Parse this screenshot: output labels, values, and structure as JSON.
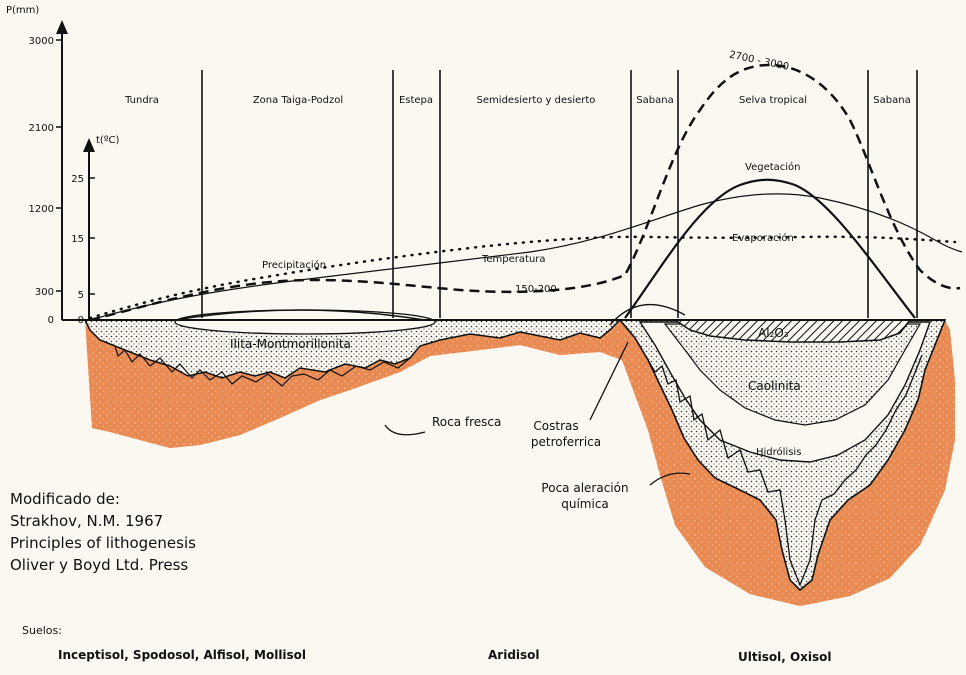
{
  "axes": {
    "p_label": "P(mm)",
    "p_ticks": [
      "3000",
      "2100",
      "1200",
      "300",
      "0"
    ],
    "t_label": "t(ºC)",
    "t_ticks": [
      "25",
      "15",
      "5",
      "0"
    ]
  },
  "zones": [
    "Tundra",
    "Zona Taiga-Podzol",
    "Estepa",
    "Semidesierto y desierto",
    "Sabana",
    "Selva tropical",
    "Sabana"
  ],
  "curve_labels": {
    "precipitation": "Precipitación",
    "temperature": "Temperatura",
    "p_low": "150-200",
    "p_high": "2700 - 3000",
    "vegetation": "Vegetación",
    "evaporation": "Evaporación"
  },
  "profile_labels": {
    "illite": "Ilita-Montmorillonita",
    "fresh_rock": "Roca fresca",
    "alumina": "Al₂O₃",
    "kaolinite": "Caolinita",
    "hydrolysis": "Hidrólisis",
    "crusts_1": "Costras",
    "crusts_2": "petroferrica",
    "weak_1": "Poca aleración",
    "weak_2": "química"
  },
  "reference": {
    "line1": "Modificado de:",
    "line2": "Strakhov, N.M. 1967",
    "line3": "Principles of lithogenesis",
    "line4": "Oliver y Boyd Ltd. Press"
  },
  "soils": {
    "label": "Suelos:",
    "group1": "Inceptisol, Spodosol, Alfisol, Mollisol",
    "group2": "Aridisol",
    "group3": "Ultisol, Oxisol"
  },
  "colors": {
    "rock": "#e98a52",
    "background": "#fbf8f2",
    "ink": "#111111"
  }
}
